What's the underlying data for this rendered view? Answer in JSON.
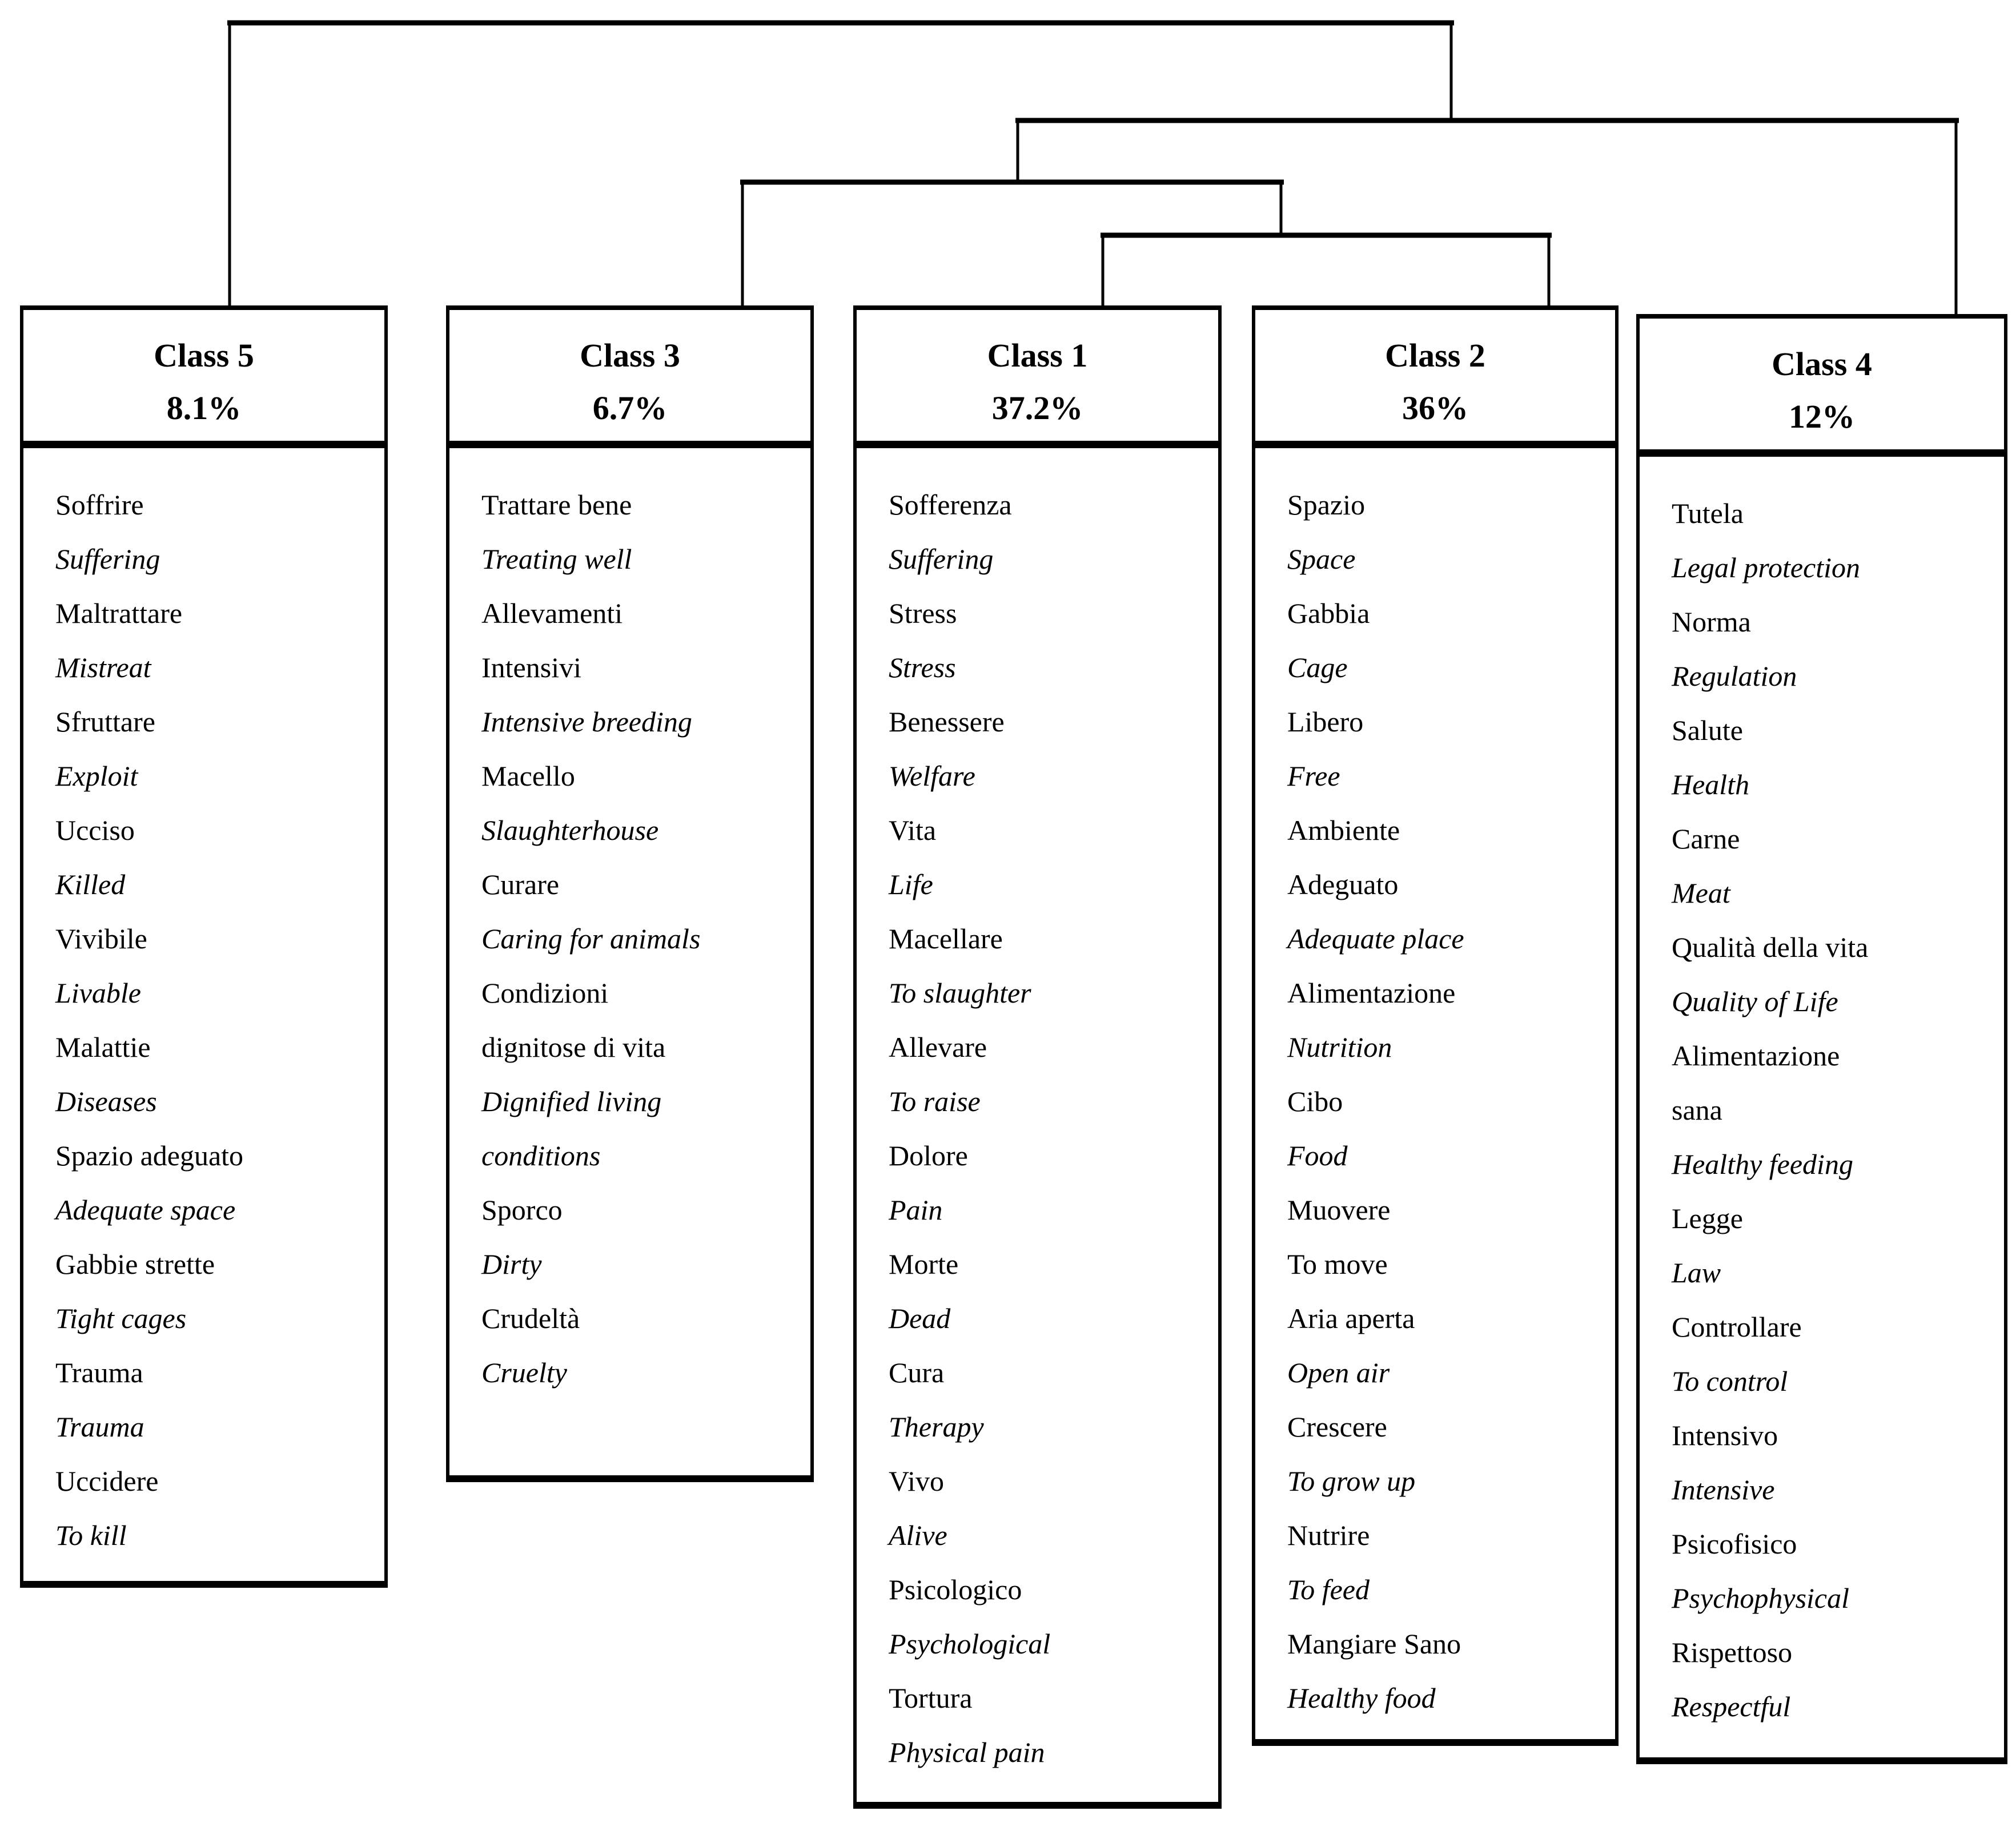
{
  "diagram": {
    "type": "dendrogram",
    "text_color": "#000000",
    "background_color": "#ffffff",
    "cluster_joins": [
      "Class 1 + Class 2",
      "Class 3 + (Class 1 + Class 2)",
      "(Class 3 + Class 1 + Class 2) + Class 4",
      "Class 5 + all others"
    ]
  },
  "classes": [
    {
      "name": "Class 5",
      "percent": "8.1%",
      "items": [
        {
          "t": "Soffrire",
          "i": false
        },
        {
          "t": "Suffering",
          "i": true
        },
        {
          "t": "Maltrattare",
          "i": false
        },
        {
          "t": "Mistreat",
          "i": true
        },
        {
          "t": "Sfruttare",
          "i": false
        },
        {
          "t": "Exploit",
          "i": true
        },
        {
          "t": "Ucciso",
          "i": false
        },
        {
          "t": "Killed",
          "i": true
        },
        {
          "t": "Vivibile",
          "i": false
        },
        {
          "t": "Livable",
          "i": true
        },
        {
          "t": "Malattie",
          "i": false
        },
        {
          "t": "Diseases",
          "i": true
        },
        {
          "t": "Spazio adeguato",
          "i": false
        },
        {
          "t": "Adequate space",
          "i": true
        },
        {
          "t": "Gabbie strette",
          "i": false
        },
        {
          "t": "Tight cages",
          "i": true
        },
        {
          "t": "Trauma",
          "i": false
        },
        {
          "t": "Trauma",
          "i": true
        },
        {
          "t": "Uccidere",
          "i": false
        },
        {
          "t": "To kill",
          "i": true
        }
      ]
    },
    {
      "name": "Class 3",
      "percent": "6.7%",
      "items": [
        {
          "t": "Trattare bene",
          "i": false
        },
        {
          "t": "Treating well",
          "i": true
        },
        {
          "t": "Allevamenti",
          "i": false
        },
        {
          "t": "Intensivi",
          "i": false
        },
        {
          "t": "Intensive breeding",
          "i": true
        },
        {
          "t": "Macello",
          "i": false
        },
        {
          "t": "Slaughterhouse",
          "i": true
        },
        {
          "t": "Curare",
          "i": false
        },
        {
          "t": "Caring for animals",
          "i": true
        },
        {
          "t": "Condizioni",
          "i": false
        },
        {
          "t": "dignitose di vita",
          "i": false
        },
        {
          "t": "Dignified living",
          "i": true
        },
        {
          "t": "conditions",
          "i": true
        },
        {
          "t": "Sporco",
          "i": false
        },
        {
          "t": "Dirty",
          "i": true
        },
        {
          "t": "Crudeltà",
          "i": false
        },
        {
          "t": "Cruelty",
          "i": true
        }
      ]
    },
    {
      "name": "Class 1",
      "percent": "37.2%",
      "items": [
        {
          "t": "Sofferenza",
          "i": false
        },
        {
          "t": "Suffering",
          "i": true
        },
        {
          "t": "Stress",
          "i": false
        },
        {
          "t": "Stress",
          "i": true
        },
        {
          "t": "Benessere",
          "i": false
        },
        {
          "t": "Welfare",
          "i": true
        },
        {
          "t": "Vita",
          "i": false
        },
        {
          "t": "Life",
          "i": true
        },
        {
          "t": "Macellare",
          "i": false
        },
        {
          "t": "To slaughter",
          "i": true
        },
        {
          "t": "Allevare",
          "i": false
        },
        {
          "t": "To raise",
          "i": true
        },
        {
          "t": "Dolore",
          "i": false
        },
        {
          "t": "Pain",
          "i": true
        },
        {
          "t": "Morte",
          "i": false
        },
        {
          "t": "Dead",
          "i": true
        },
        {
          "t": "Cura",
          "i": false
        },
        {
          "t": "Therapy",
          "i": true
        },
        {
          "t": "Vivo",
          "i": false
        },
        {
          "t": "Alive",
          "i": true
        },
        {
          "t": "Psicologico",
          "i": false
        },
        {
          "t": "Psychological",
          "i": true
        },
        {
          "t": "Tortura",
          "i": false
        },
        {
          "t": "Physical pain",
          "i": true
        }
      ]
    },
    {
      "name": "Class 2",
      "percent": "36%",
      "items": [
        {
          "t": "Spazio",
          "i": false
        },
        {
          "t": "Space",
          "i": true
        },
        {
          "t": "Gabbia",
          "i": false
        },
        {
          "t": "Cage",
          "i": true
        },
        {
          "t": "Libero",
          "i": false
        },
        {
          "t": "Free",
          "i": true
        },
        {
          "t": "Ambiente",
          "i": false
        },
        {
          "t": "Adeguato",
          "i": false
        },
        {
          "t": "Adequate place",
          "i": true
        },
        {
          "t": "Alimentazione",
          "i": false
        },
        {
          "t": "Nutrition",
          "i": true
        },
        {
          "t": "Cibo",
          "i": false
        },
        {
          "t": "Food",
          "i": true
        },
        {
          "t": "Muovere",
          "i": false
        },
        {
          "t": "To move",
          "i": false
        },
        {
          "t": "Aria aperta",
          "i": false
        },
        {
          "t": "Open air",
          "i": true
        },
        {
          "t": "Crescere",
          "i": false
        },
        {
          "t": "To grow up",
          "i": true
        },
        {
          "t": "Nutrire",
          "i": false
        },
        {
          "t": "To feed",
          "i": true
        },
        {
          "t": "Mangiare Sano",
          "i": false
        },
        {
          "t": "Healthy food",
          "i": true
        }
      ]
    },
    {
      "name": "Class 4",
      "percent": "12%",
      "items": [
        {
          "t": "Tutela",
          "i": false
        },
        {
          "t": "Legal protection",
          "i": true
        },
        {
          "t": "Norma",
          "i": false
        },
        {
          "t": "Regulation",
          "i": true
        },
        {
          "t": "Salute",
          "i": false
        },
        {
          "t": "Health",
          "i": true
        },
        {
          "t": "Carne",
          "i": false
        },
        {
          "t": "Meat",
          "i": true
        },
        {
          "t": "Qualità della vita",
          "i": false
        },
        {
          "t": "Quality of Life",
          "i": true
        },
        {
          "t": "Alimentazione",
          "i": false
        },
        {
          "t": "sana",
          "i": false
        },
        {
          "t": "Healthy feeding",
          "i": true
        },
        {
          "t": "Legge",
          "i": false
        },
        {
          "t": "Law",
          "i": true
        },
        {
          "t": "Controllare",
          "i": false
        },
        {
          "t": "To control",
          "i": true
        },
        {
          "t": "Intensivo",
          "i": false
        },
        {
          "t": "Intensive",
          "i": true
        },
        {
          "t": "Psicofisico",
          "i": false
        },
        {
          "t": "Psychophysical",
          "i": true
        },
        {
          "t": "Rispettoso",
          "i": false
        },
        {
          "t": "Respectful",
          "i": true
        }
      ]
    }
  ]
}
